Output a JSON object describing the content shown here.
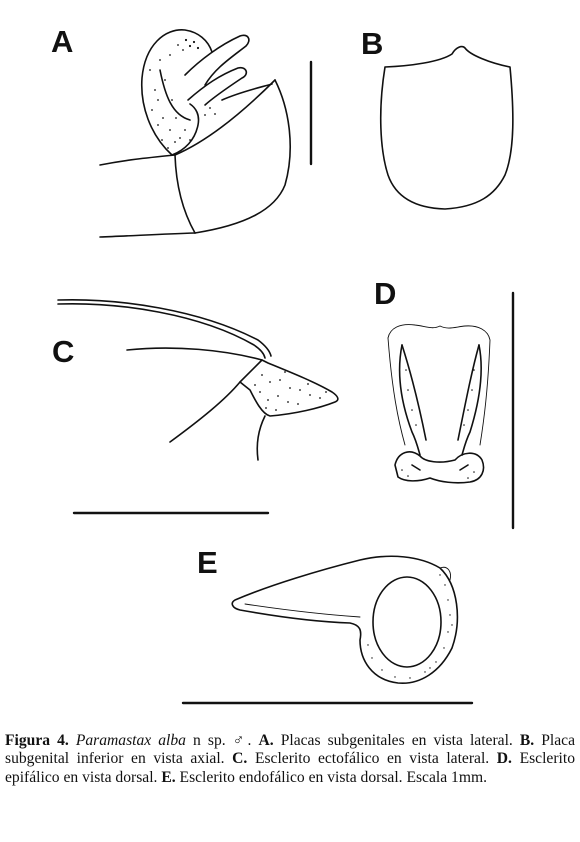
{
  "panels": {
    "a": "A",
    "b": "B",
    "c": "C",
    "d": "D",
    "e": "E"
  },
  "caption": {
    "figure_label": "Figura 4.",
    "species": "Paramastax alba",
    "species_suffix": "n sp. ♂.",
    "a_label": "A.",
    "a_text": "Placas subgenitales en vista lateral.",
    "b_label": "B.",
    "b_text": "Placa subgenital inferior en vista axial.",
    "c_label": "C.",
    "c_text": "Esclerito ectofálico en vista lateral.",
    "d_label": "D.",
    "d_text": "Esclerito epifálico en vista dorsal.",
    "e_label": "E.",
    "e_text": "Esclerito endofálico en vista dorsal. Escala 1mm."
  }
}
